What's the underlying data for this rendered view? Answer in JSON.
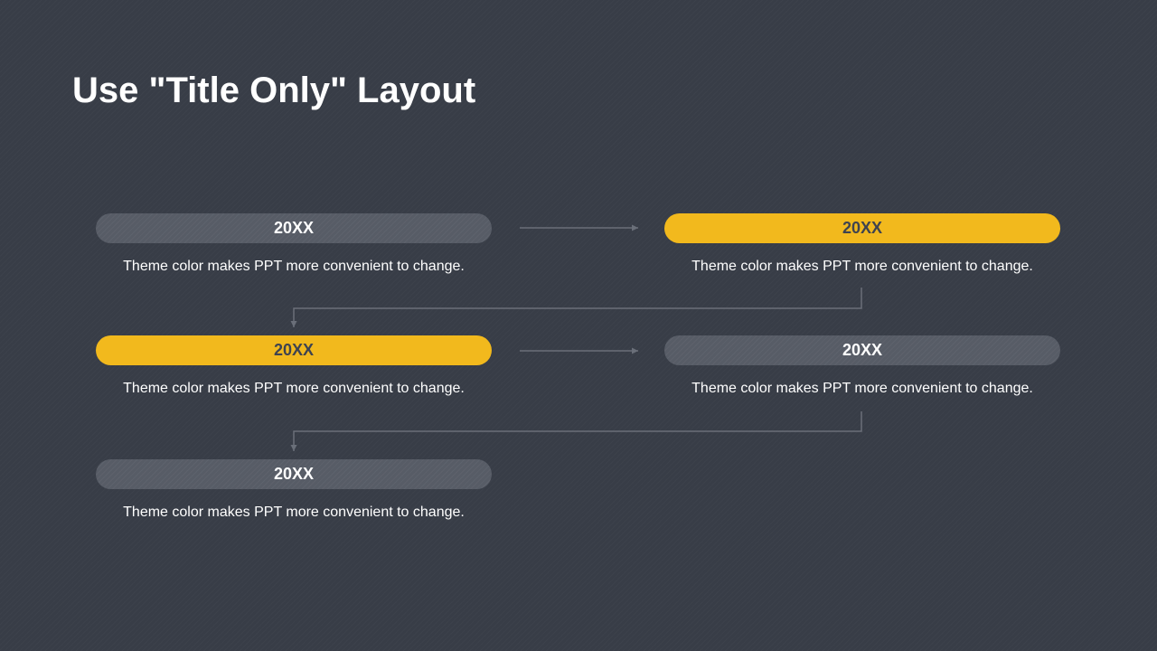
{
  "title": "Use \"Title Only\" Layout",
  "colors": {
    "background": "#383d47",
    "accent": "#f2b91d",
    "pill_gray": "#575c66",
    "connector": "#6a6f79"
  },
  "steps": [
    {
      "label": "20XX",
      "text": "Theme color makes PPT more convenient to change.",
      "style": "gray"
    },
    {
      "label": "20XX",
      "text": "Theme color makes PPT more convenient to change.",
      "style": "accent"
    },
    {
      "label": "20XX",
      "text": "Theme color makes PPT more convenient to change.",
      "style": "accent"
    },
    {
      "label": "20XX",
      "text": "Theme color makes PPT more convenient to change.",
      "style": "gray"
    },
    {
      "label": "20XX",
      "text": "Theme color makes PPT more convenient to change.",
      "style": "gray"
    }
  ]
}
